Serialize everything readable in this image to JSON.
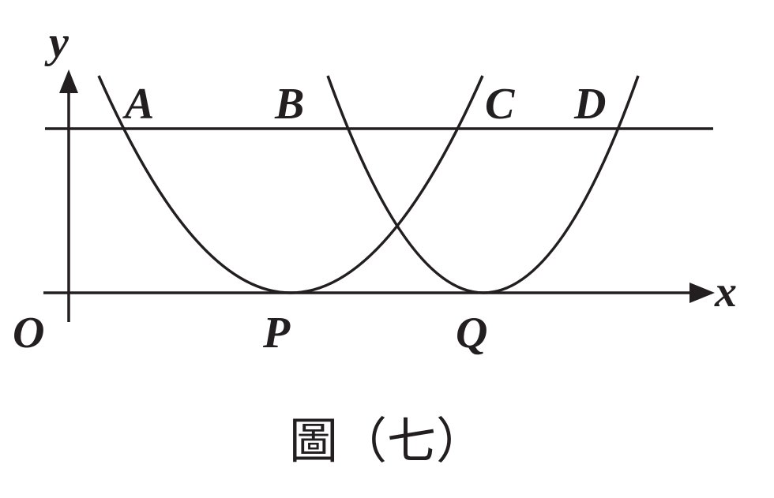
{
  "labels": {
    "y_axis": "y",
    "x_axis": "x",
    "origin": "O",
    "point_a": "A",
    "point_b": "B",
    "point_c": "C",
    "point_d": "D",
    "point_p": "P",
    "point_q": "Q"
  },
  "caption": "圖（七）",
  "colors": {
    "ink": "#231f20",
    "background": "#ffffff"
  }
}
